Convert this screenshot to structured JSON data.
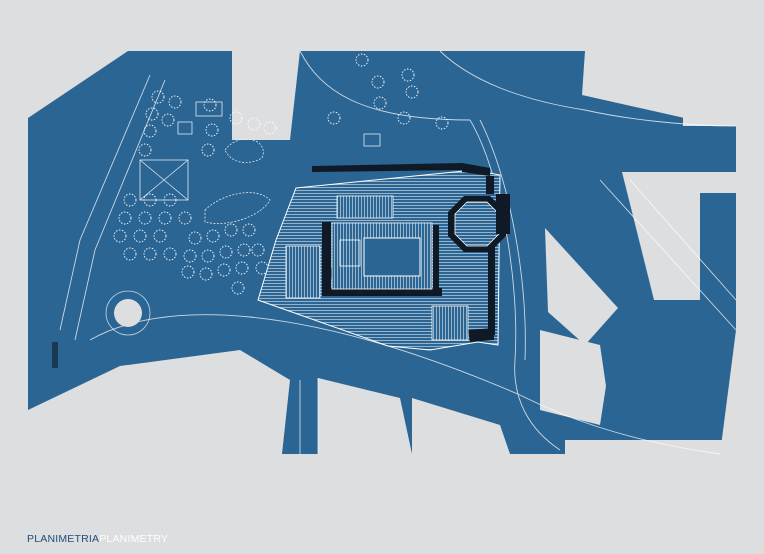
{
  "caption": {
    "primary": "PLANIMETRIA",
    "secondary": "PLANIMETRY"
  },
  "colors": {
    "background": "#dcdedf",
    "plan_fill": "#2b6593",
    "block_fill": "#dcdedf",
    "line": "#ffffff",
    "building_dark": "#0f1a26",
    "caption_primary": "#1f4f7a",
    "caption_secondary": "#ffffff"
  },
  "icons": [
    "tree-symbol",
    "roundabout-island",
    "octagonal-tower"
  ]
}
